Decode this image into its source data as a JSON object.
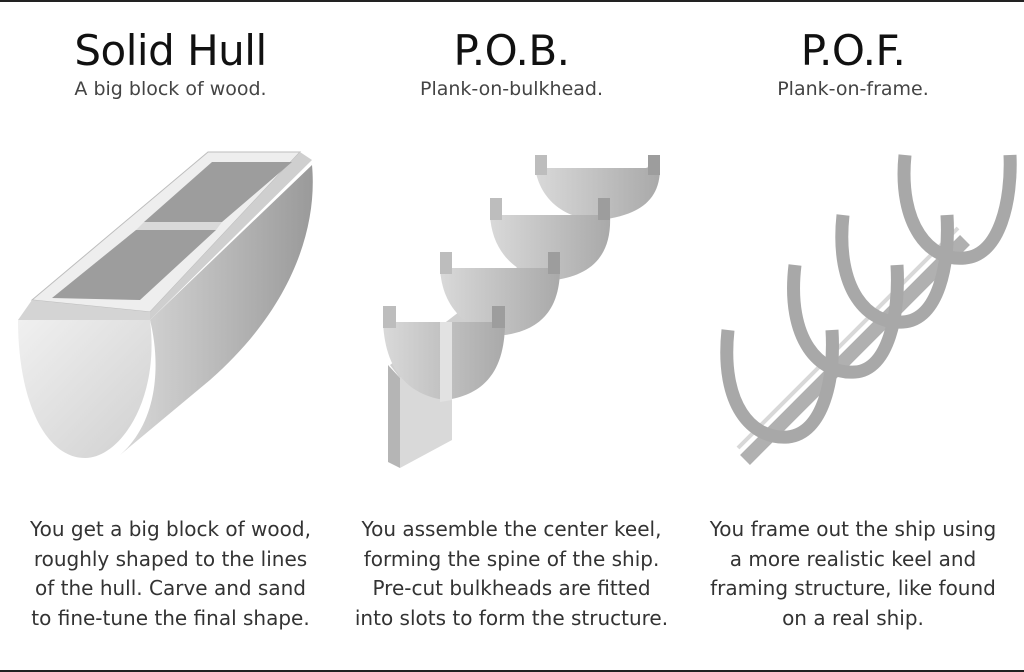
{
  "columns": [
    {
      "title": "Solid Hull",
      "subtitle": "A big block of wood.",
      "description": [
        "You get a big block of wood,",
        "roughly shaped to the lines",
        "of the hull.  Carve and sand",
        "to fine-tune the final shape."
      ]
    },
    {
      "title": "P.O.B.",
      "subtitle": "Plank-on-bulkhead.",
      "description": [
        "You assemble the center keel,",
        "forming the spine of the ship.",
        "Pre-cut bulkheads are fitted",
        "into slots to form the structure."
      ]
    },
    {
      "title": "P.O.F.",
      "subtitle": "Plank-on-frame.",
      "description": [
        "You frame out the ship using",
        "a more realistic keel and",
        "framing structure, like found",
        "on a real ship."
      ]
    }
  ],
  "colors": {
    "light_gray": "#e6e6e6",
    "mid_gray": "#bdbdbd",
    "dark_gray": "#8a8a8a",
    "text": "#333333"
  }
}
